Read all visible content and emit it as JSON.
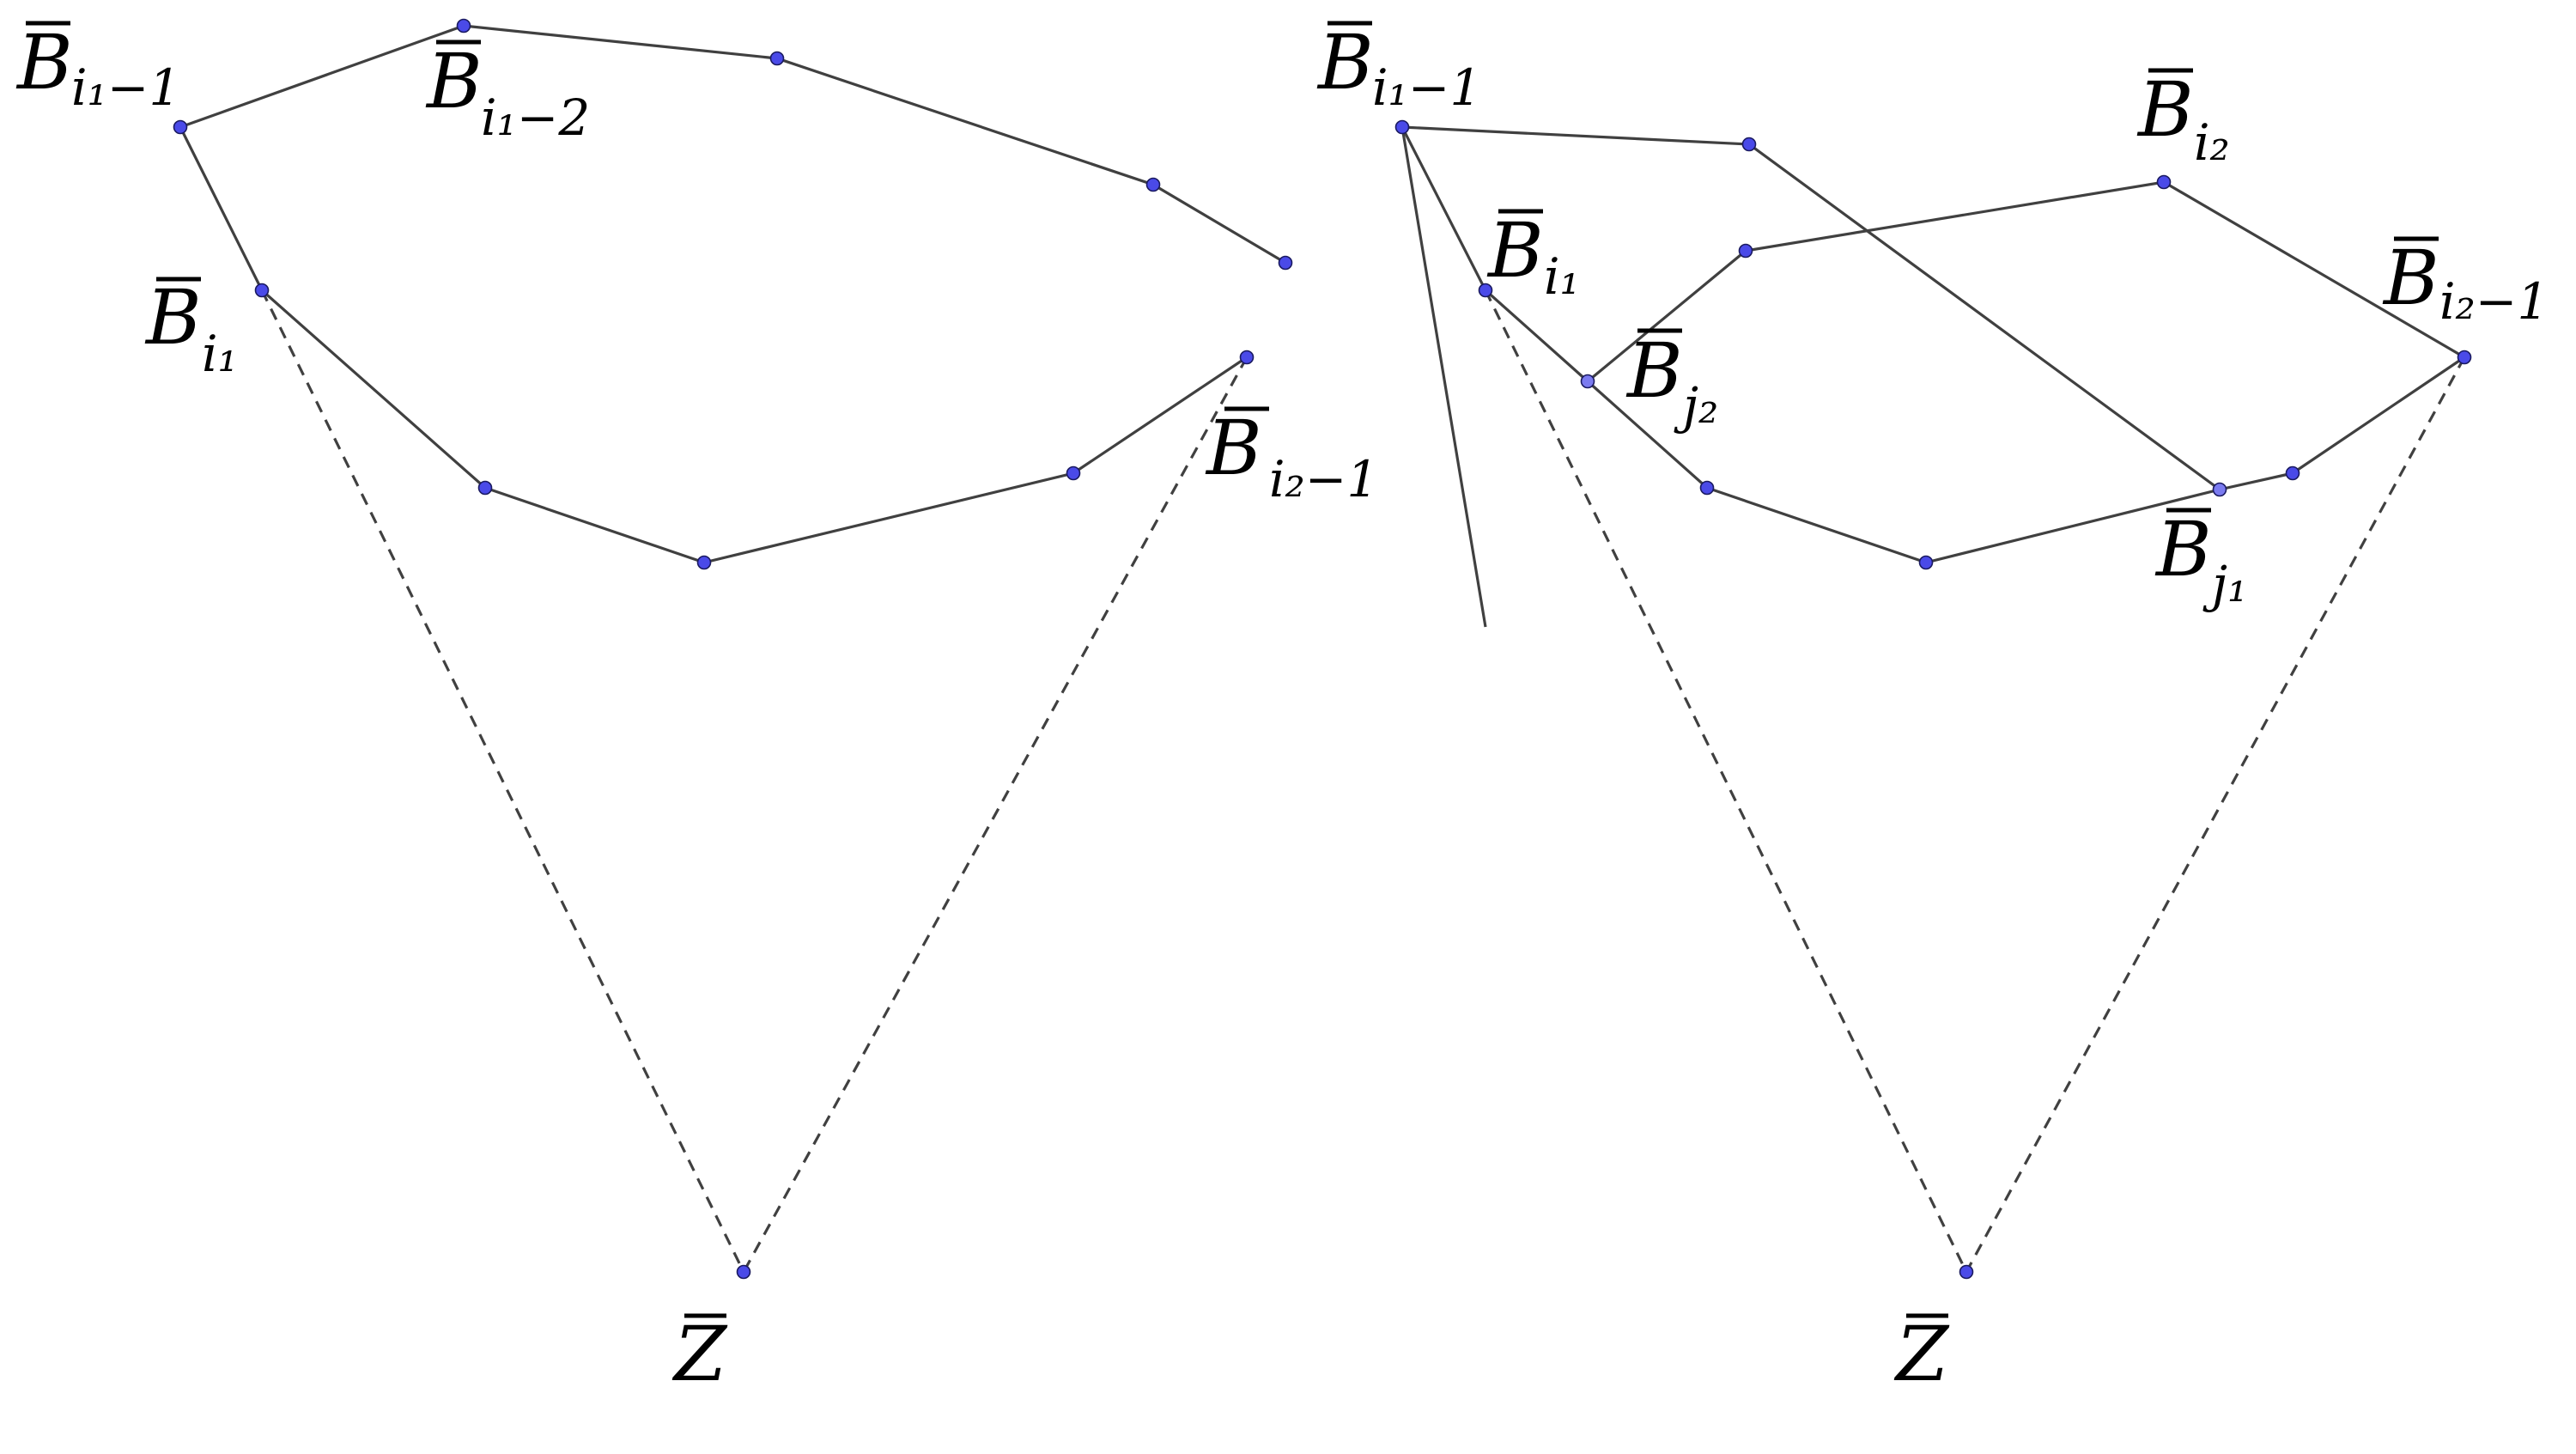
{
  "labels": {
    "B": "B",
    "Z": "Z",
    "i1_minus_1": "i₁−1",
    "i1_minus_2": "i₁−2",
    "i1": "i₁",
    "i2": "i₂",
    "i2_minus_1": "i₂−1",
    "j1": "j₁",
    "j2": "j₂"
  },
  "colors": {
    "point_fill": "#4a4ae8",
    "point_fill_light": "#7b7bf0",
    "line": "#404040"
  }
}
